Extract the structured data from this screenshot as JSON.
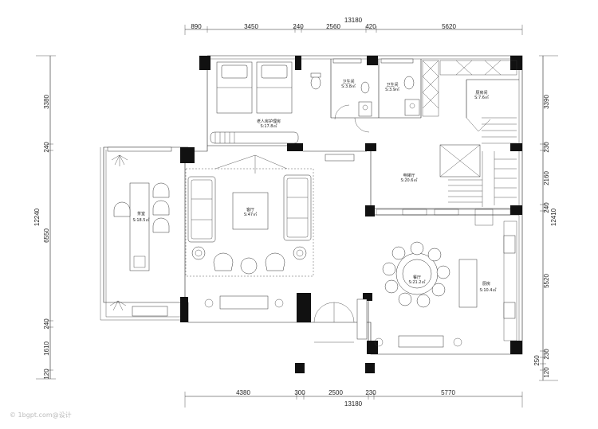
{
  "dimensions": {
    "top_total": "13180",
    "top_segments": [
      "890",
      "3450",
      "240",
      "2560",
      "420",
      "5620"
    ],
    "bottom_total": "13180",
    "bottom_segments": [
      "4380",
      "300",
      "2500",
      "230",
      "5770"
    ],
    "left_total": "12240",
    "left_segments": [
      "3380",
      "240",
      "6550",
      "240",
      "1610",
      "120"
    ],
    "right_total": "12410",
    "right_segments": [
      "3390",
      "230",
      "2160",
      "240",
      "5520",
      "230",
      "250",
      "120"
    ]
  },
  "rooms": [
    {
      "name": "老人房护理房",
      "area": "S:17.8㎡"
    },
    {
      "name": "卫生间",
      "area": "S:3.8㎡"
    },
    {
      "name": "卫生间",
      "area": "S:3.9㎡"
    },
    {
      "name": "厨房间",
      "area": "S:7.6㎡"
    },
    {
      "name": "电梯厅",
      "area": "S:20.6㎡"
    },
    {
      "name": "客厅",
      "area": "S:47㎡"
    },
    {
      "name": "茶室",
      "area": "S:18.5㎡"
    },
    {
      "name": "餐厅",
      "area": "S:21.2㎡"
    },
    {
      "name": "厨房",
      "area": "S:10.4㎡"
    }
  ],
  "watermark": "© 1bgpt.com@设计"
}
